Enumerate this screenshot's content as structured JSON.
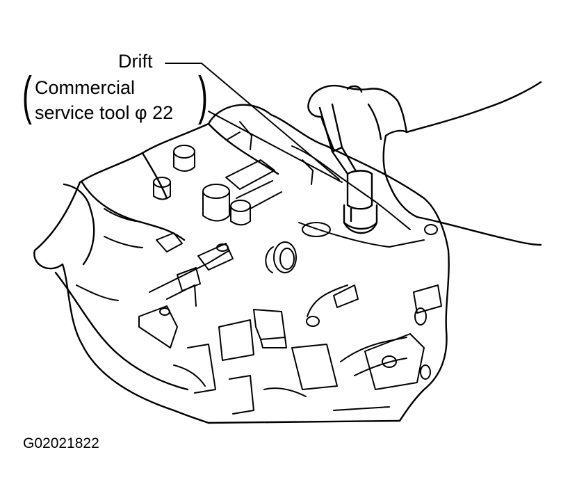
{
  "callout": {
    "drift_label": "Drift",
    "tool_line1": "Commercial",
    "tool_line2": "service tool  φ 22",
    "paren_left": "(",
    "paren_right": ")"
  },
  "figure_id": "G02021822"
}
